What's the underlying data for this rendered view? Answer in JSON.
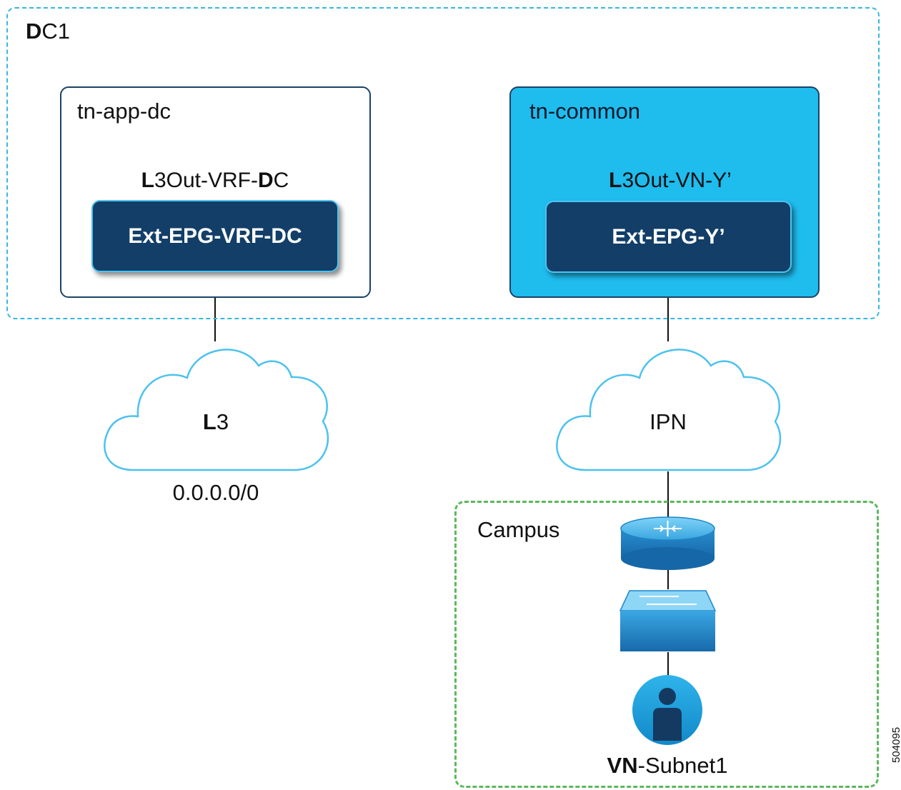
{
  "regions": {
    "dc1": {
      "label_bold": "D",
      "label_rest": "C1"
    },
    "campus": {
      "label": "Campus"
    }
  },
  "tenants": {
    "left": {
      "label": "tn-app-dc",
      "l3out": {
        "p1": "L",
        "p2": "3Out-VRF-",
        "p3": "D",
        "p4": "C"
      },
      "epg": "Ext-EPG-VRF-DC"
    },
    "right": {
      "label": "tn-common",
      "l3out": {
        "p1": "L",
        "p2": "3Out-VN-Y’"
      },
      "epg": "Ext-EPG-Y’"
    }
  },
  "clouds": {
    "left": {
      "label_bold": "L",
      "label_rest": "3",
      "route": "0.0.0.0/0"
    },
    "right": {
      "label": "IPN"
    }
  },
  "campus_devices": {
    "router_icon": "router-icon",
    "switch_icon": "switch-icon",
    "user_icon": "user-icon"
  },
  "endpoint": {
    "label_bold": "VN",
    "label_rest": "-Subnet1"
  },
  "figure_id": "504095",
  "colors": {
    "dc_border": "#36b7e0",
    "campus_border": "#5cb85c",
    "tenant_common_fill": "#1fbcee",
    "epg_fill": "#123e68",
    "cloud_stroke": "#4cc2ee",
    "device_blue": "#1e86c8"
  }
}
